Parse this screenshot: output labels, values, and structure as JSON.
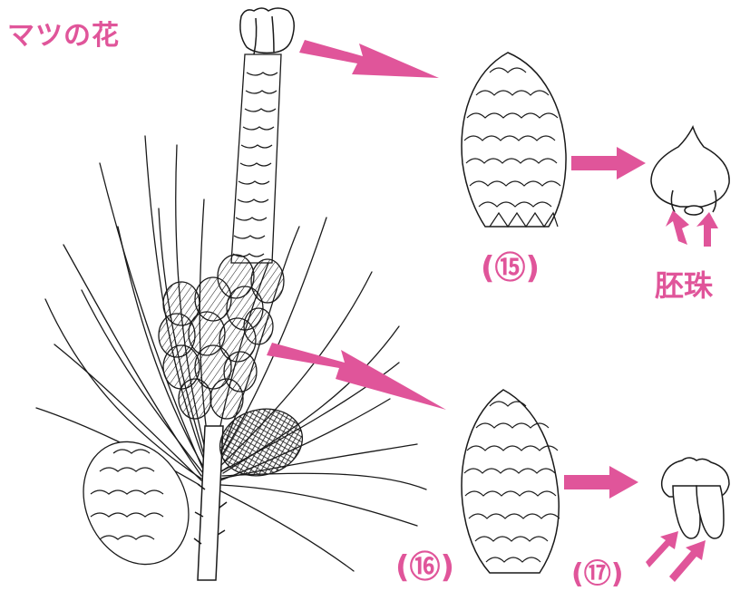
{
  "title": "マツの花",
  "labels": {
    "female_flower": "(⑮)",
    "male_flower": "(⑯)",
    "male_scale": "(⑰)",
    "ovule": "胚珠"
  },
  "colors": {
    "accent": "#e0559a",
    "line": "#1a1a1a"
  },
  "icons": {
    "arrow": "right-pointing-arrow-icon"
  }
}
